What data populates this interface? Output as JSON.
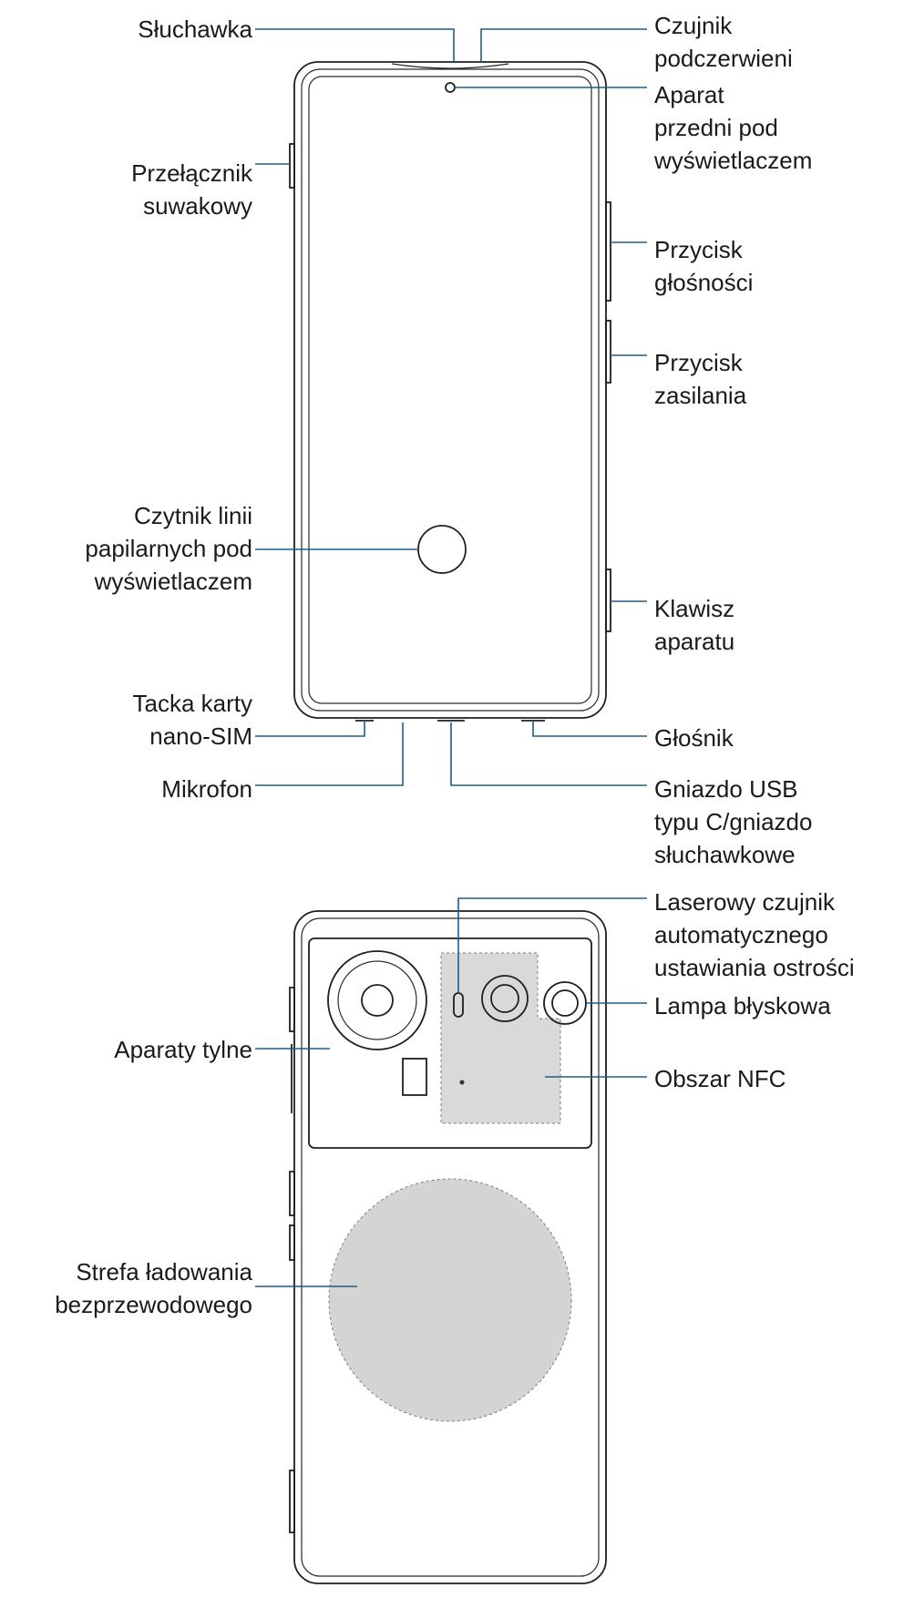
{
  "labels": {
    "earpiece": "Słuchawka",
    "ir_sensor": "Czujnik\npodczerwieni",
    "front_camera": "Aparat\nprzedni pod\nwyświetlaczem",
    "slider_switch": "Przełącznik\nsuwakowy",
    "volume_button": "Przycisk\ngłośności",
    "power_button": "Przycisk\nzasilania",
    "fingerprint_reader": "Czytnik linii\npapilarnych pod\nwyświetlaczem",
    "camera_key": "Klawisz\naparatu",
    "sim_tray": "Tacka karty\nnano-SIM",
    "speaker": "Głośnik",
    "microphone": "Mikrofon",
    "usb_jack": "Gniazdo USB\ntypu C/gniazdo\nsłuchawkowe",
    "laser_af": "Laserowy czujnik\nautomatycznego\nustawiania ostrości",
    "flash": "Lampa błyskowa",
    "rear_cameras": "Aparaty tylne",
    "nfc_area": "Obszar NFC",
    "wireless_charging": "Strefa ładowania\nbezprzewodowego"
  },
  "colors": {
    "outline": "#1f1f1f",
    "leader": "#1e5f86",
    "nfc_fill": "#d9d9d9",
    "charging_fill": "#d4d4d4"
  }
}
